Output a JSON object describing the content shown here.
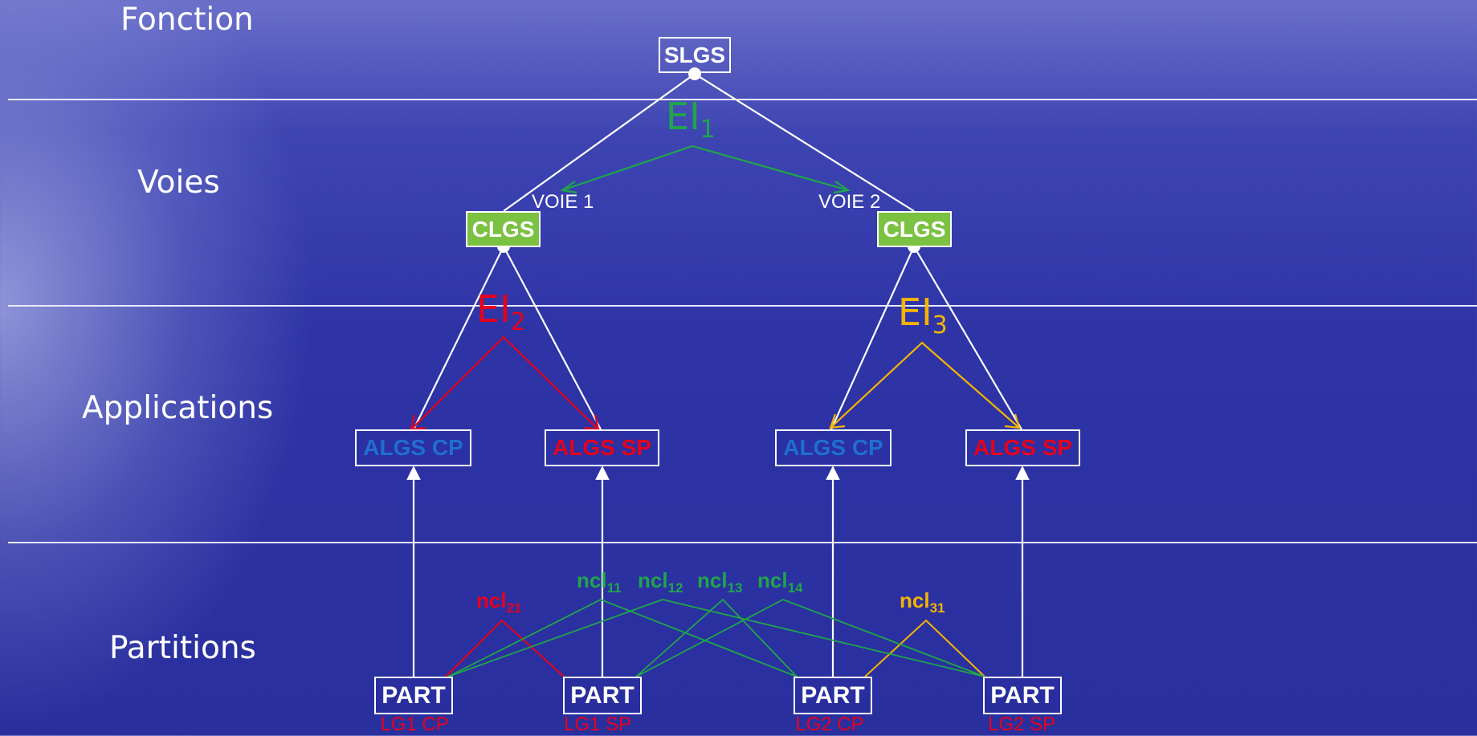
{
  "levels": {
    "fonction": "Fonction",
    "voies": "Voies",
    "applications": "Applications",
    "partitions": "Partitions"
  },
  "nodes": {
    "slgs": "SLGS",
    "clgs_1": "CLGS",
    "clgs_2": "CLGS",
    "algs_1": "ALGS CP",
    "algs_2": "ALGS SP",
    "algs_3": "ALGS CP",
    "algs_4": "ALGS SP",
    "part_1": "PART",
    "part_2": "PART",
    "part_3": "PART",
    "part_4": "PART"
  },
  "part_labels": {
    "p1": "LG1 CP",
    "p2": "LG1 SP",
    "p3": "LG2 CP",
    "p4": "LG2 SP"
  },
  "voies": {
    "v1": "VOIE 1",
    "v2": "VOIE 2"
  },
  "ei": {
    "ei1": {
      "base": "EI",
      "sub": "1"
    },
    "ei2": {
      "base": "EI",
      "sub": "2"
    },
    "ei3": {
      "base": "EI",
      "sub": "3"
    }
  },
  "ncl": {
    "n11": {
      "base": "ncl",
      "sub": "11"
    },
    "n12": {
      "base": "ncl",
      "sub": "12"
    },
    "n13": {
      "base": "ncl",
      "sub": "13"
    },
    "n14": {
      "base": "ncl",
      "sub": "14"
    },
    "n21": {
      "base": "ncl",
      "sub": "21"
    },
    "n31": {
      "base": "ncl",
      "sub": "31"
    }
  },
  "colors": {
    "green": "#1fa64a",
    "red": "#e8001c",
    "orange": "#f5b400",
    "blue": "#1f6fd1",
    "clgs_fill": "#7bc142",
    "white": "#ffffff"
  }
}
